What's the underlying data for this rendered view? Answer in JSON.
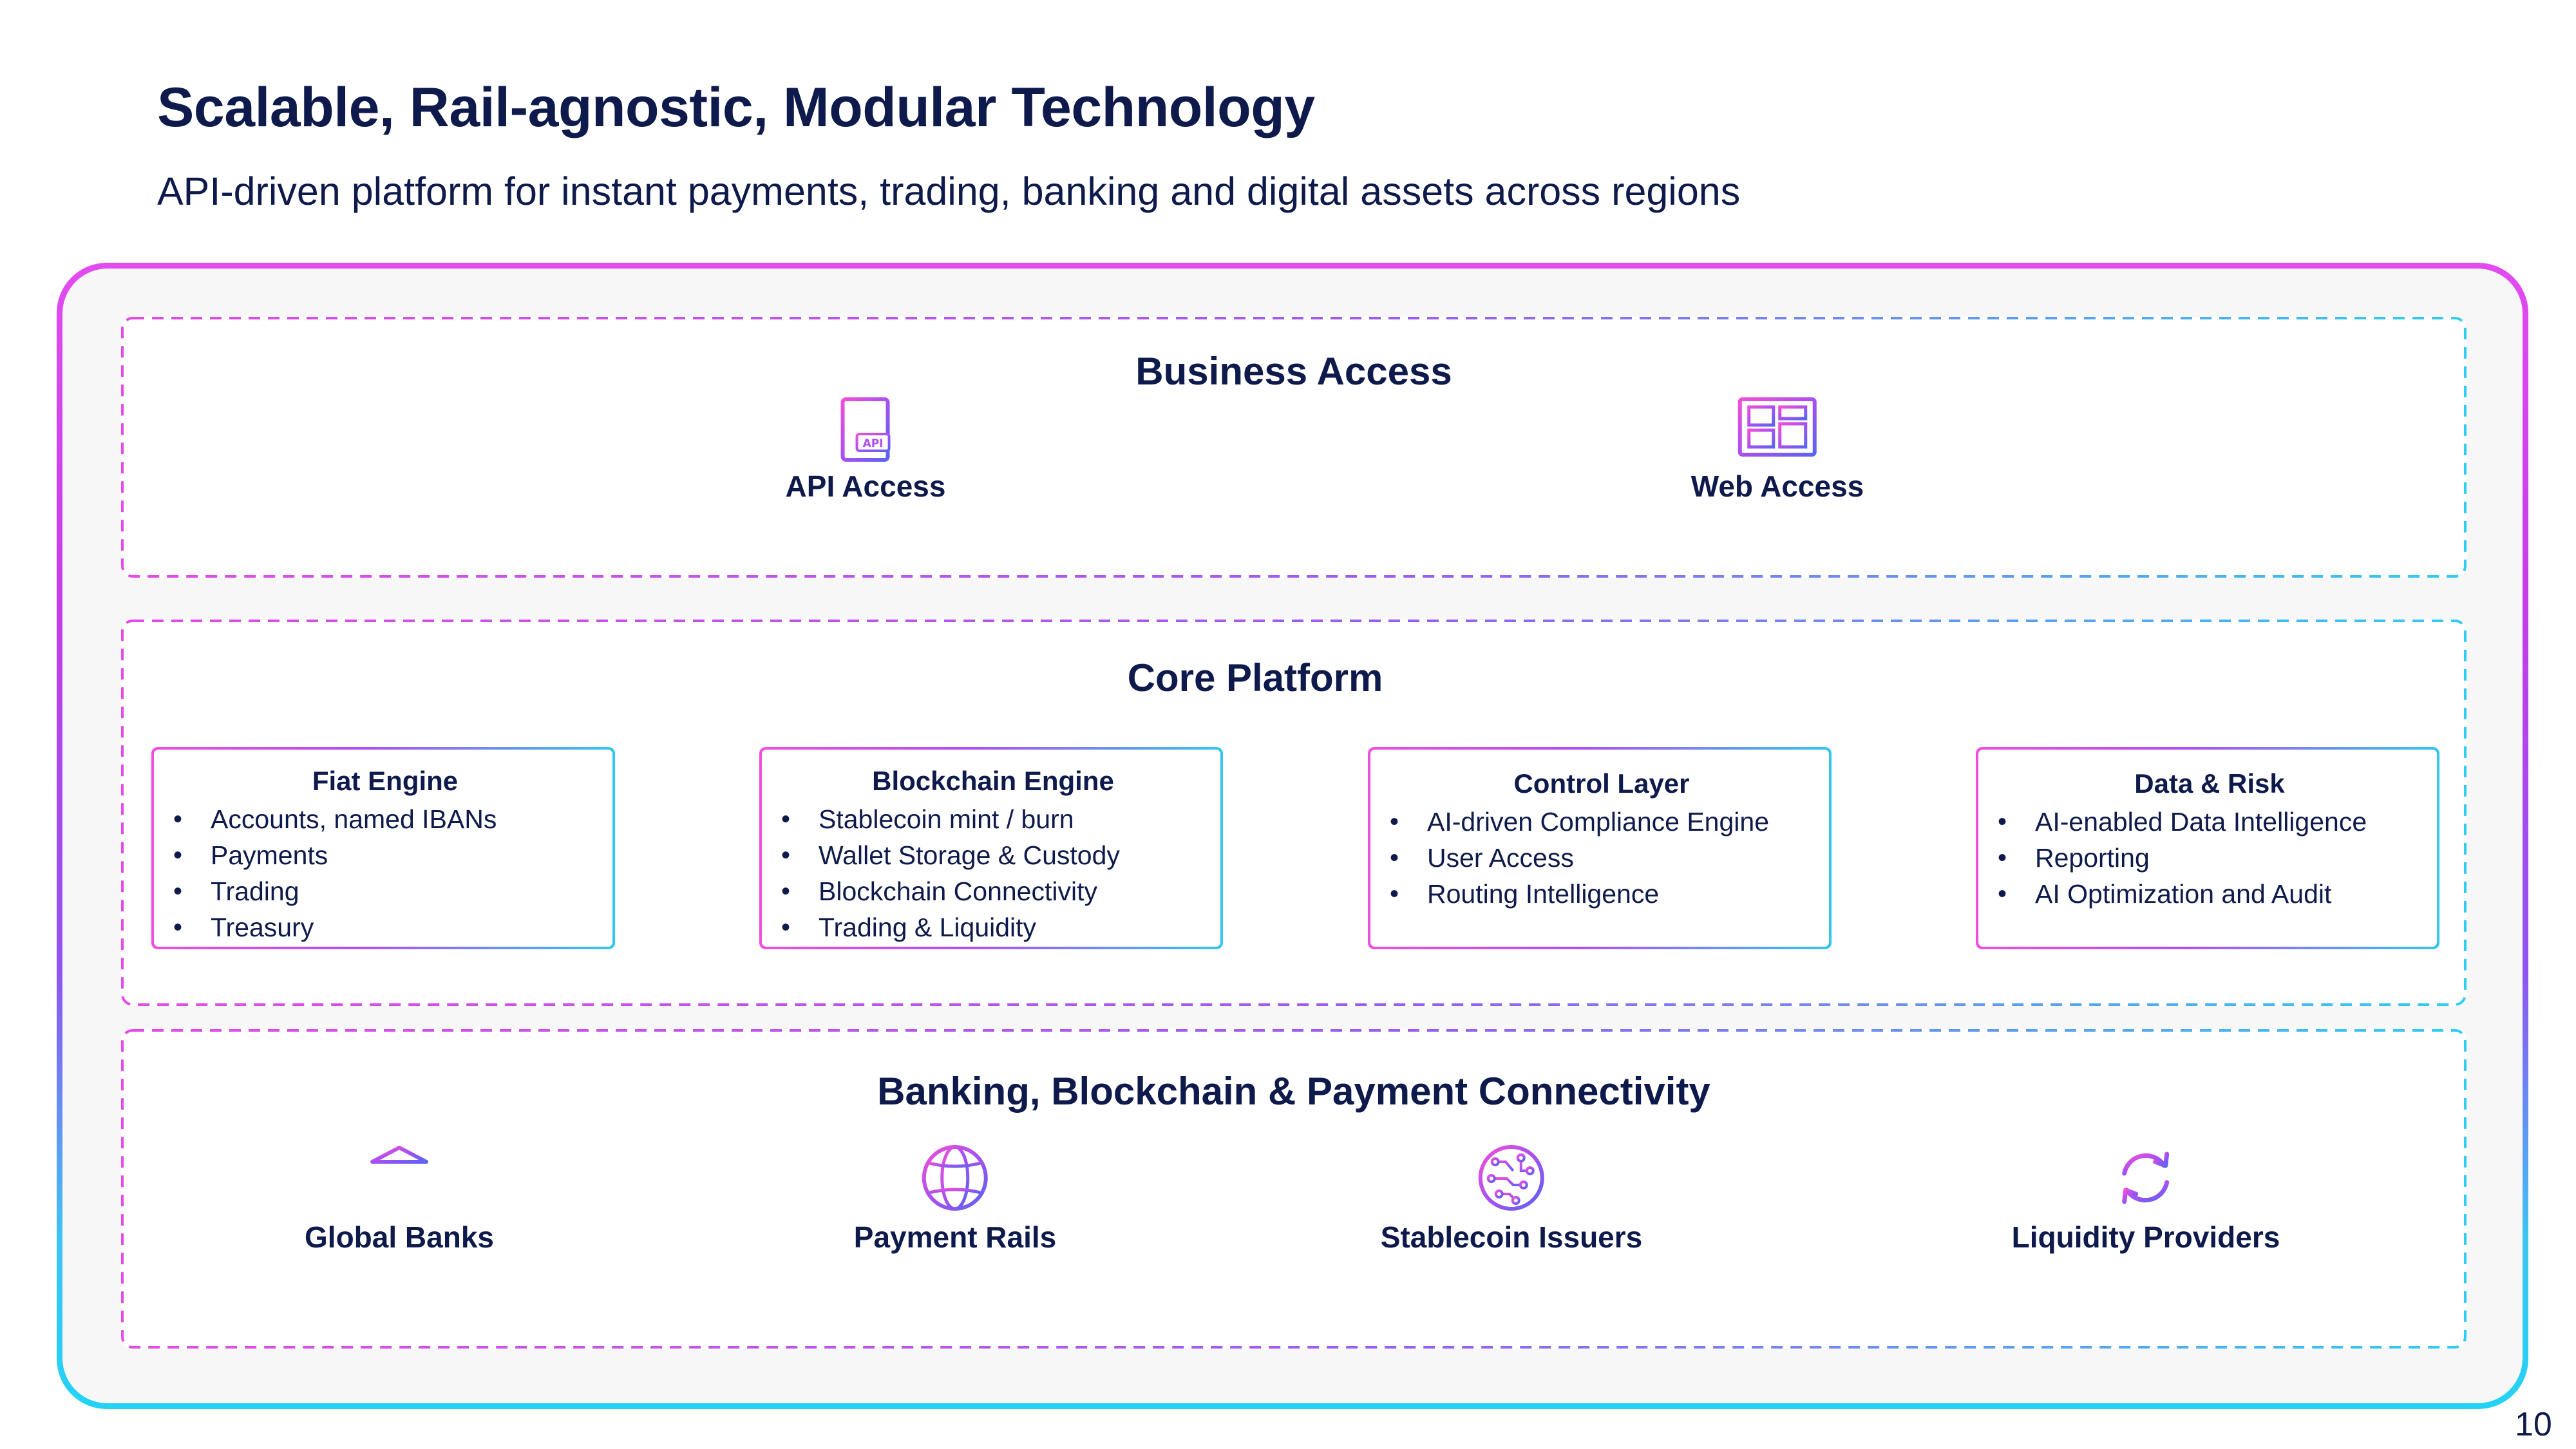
{
  "slide": {
    "title": "Scalable, Rail-agnostic, Modular Technology",
    "subtitle": "API-driven platform for instant payments, trading, banking and digital assets across regions",
    "page_number": "10"
  },
  "business_access": {
    "title": "Business Access",
    "items": [
      {
        "label": "API Access",
        "icon": "api-document-icon"
      },
      {
        "label": "Web Access",
        "icon": "web-dashboard-icon"
      }
    ]
  },
  "core_platform": {
    "title": "Core Platform",
    "cards": [
      {
        "title": "Fiat Engine",
        "bullets": [
          "Accounts, named IBANs",
          "Payments",
          "Trading",
          "Treasury"
        ]
      },
      {
        "title": "Blockchain Engine",
        "bullets": [
          "Stablecoin mint / burn",
          "Wallet Storage & Custody",
          "Blockchain Connectivity",
          "Trading & Liquidity"
        ]
      },
      {
        "title": "Control Layer",
        "bullets": [
          "AI-driven Compliance Engine",
          "User Access",
          "Routing Intelligence"
        ]
      },
      {
        "title": "Data & Risk",
        "bullets": [
          "AI-enabled Data Intelligence",
          "Reporting",
          "AI Optimization and Audit"
        ]
      }
    ]
  },
  "connectivity": {
    "title": "Banking, Blockchain &  Payment Connectivity",
    "items": [
      {
        "label": "Global Banks",
        "icon": "bank-icon"
      },
      {
        "label": "Payment Rails",
        "icon": "globe-icon"
      },
      {
        "label": "Stablecoin Issuers",
        "icon": "circuit-coin-icon"
      },
      {
        "label": "Liquidity Providers",
        "icon": "refresh-icon"
      }
    ]
  },
  "colors": {
    "text": "#0e1a4b",
    "gradient_magenta": "#e24bf0",
    "gradient_purple": "#8f55f0",
    "gradient_cyan": "#21d3f4",
    "panel_background": "#f7f7f8"
  }
}
